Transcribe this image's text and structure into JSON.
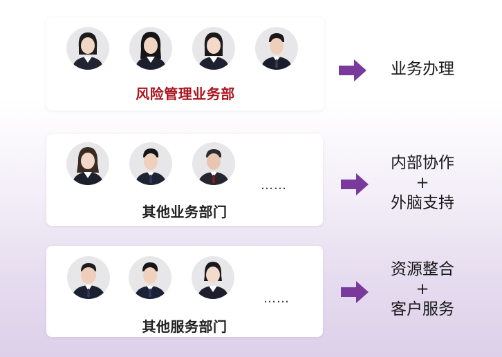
{
  "groups": [
    {
      "department": "风险管理业务部",
      "department_color": "#a8141e",
      "ellipsis": "",
      "outcome": [
        "业务办理"
      ],
      "avatars": [
        "female-portrait",
        "female-portrait",
        "female-portrait",
        "male-portrait"
      ]
    },
    {
      "department": "其他业务部门",
      "department_color": "#222222",
      "ellipsis": "……",
      "outcome": [
        "内部协作",
        "+",
        "外脑支持"
      ],
      "avatars": [
        "female-portrait",
        "male-portrait",
        "male-portrait"
      ]
    },
    {
      "department": "其他服务部门",
      "department_color": "#222222",
      "ellipsis": "……",
      "outcome": [
        "资源整合",
        "+",
        "客户服务"
      ],
      "avatars": [
        "male-portrait",
        "male-portrait",
        "female-portrait"
      ]
    }
  ],
  "arrow_color": "#7a3a9c"
}
